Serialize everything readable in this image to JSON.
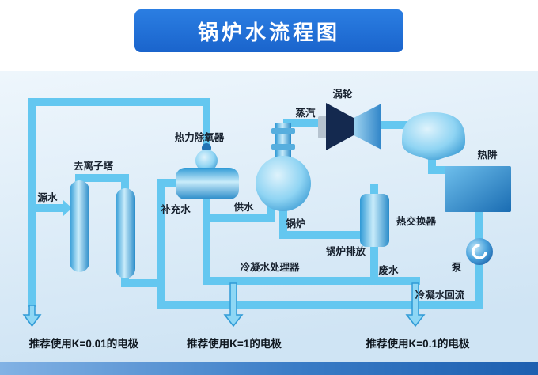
{
  "header": {
    "title": "锅炉水流程图"
  },
  "diagram": {
    "labels": {
      "steam": "蒸汽",
      "turbine": "涡轮",
      "heat_sink": "热阱",
      "deaerator": "热力除氧器",
      "deionizer_tower": "去离子塔",
      "source_water": "源水",
      "makeup_water": "补充水",
      "feed_water": "供水",
      "boiler": "锅炉",
      "heat_exchanger": "热交换器",
      "boiler_blowdown": "锅炉排放",
      "waste_water": "废水",
      "pump": "泵",
      "condensate_processor": "冷凝水处理器",
      "condensate_return": "冷凝水回流"
    },
    "recommendations": [
      "推荐使用K=0.01的电极",
      "推荐使用K=1的电极",
      "推荐使用K=0.1的电极"
    ],
    "colors": {
      "title_bar": "#1e6fd6",
      "pipe": "#64c7f0",
      "vessel_edge": "#2f93cf",
      "turbine_dark": "#14294f",
      "background_top": "#eef6fc",
      "background_bottom": "#cfe4f4",
      "footer_left": "#82b2e4",
      "footer_right": "#1d5fb0"
    }
  }
}
